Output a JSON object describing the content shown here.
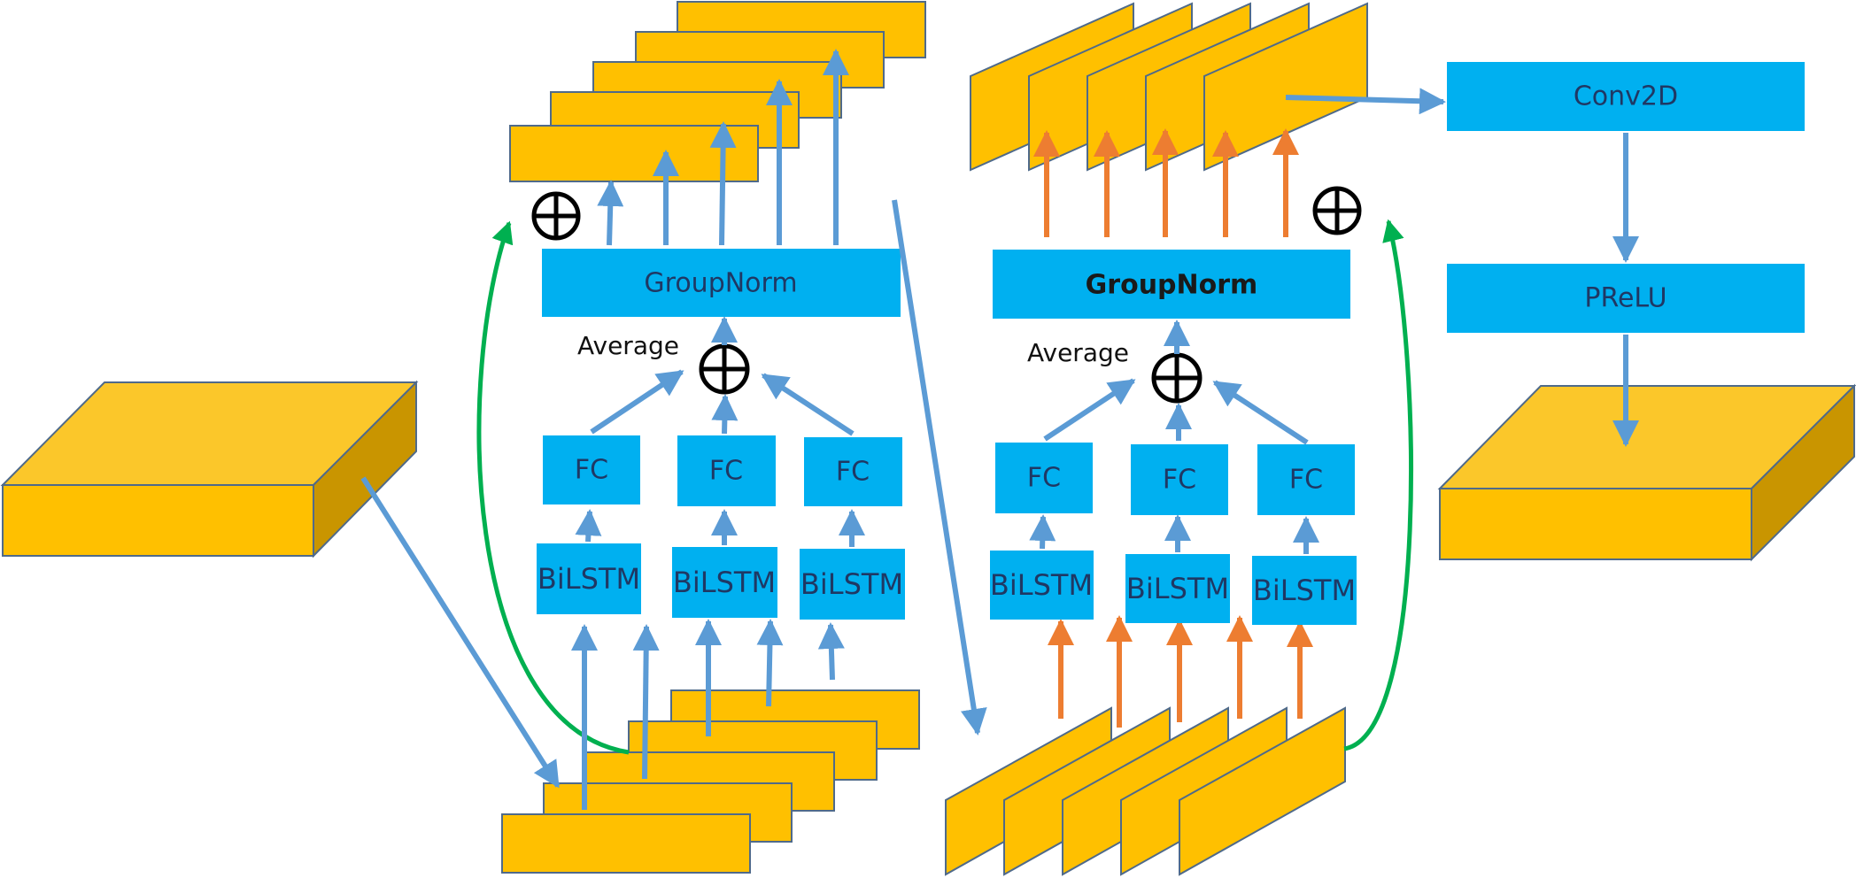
{
  "left_block": {
    "group_norm": "GroupNorm",
    "average": "Average",
    "fc": [
      "FC",
      "FC",
      "FC"
    ],
    "bilstm": [
      "BiLSTM",
      "BiLSTM",
      "BiLSTM"
    ]
  },
  "right_block": {
    "group_norm": "GroupNorm",
    "average": "Average",
    "fc": [
      "FC",
      "FC",
      "FC"
    ],
    "bilstm": [
      "BiLSTM",
      "BiLSTM",
      "BiLSTM"
    ]
  },
  "output_stage": {
    "conv2d": "Conv2D",
    "prelu": "PReLU"
  },
  "colors": {
    "block_fill": "#00b0f0",
    "tensor_fill": "#ffc000",
    "blue_arrow": "#5b9bd5",
    "orange_arrow": "#ed7d31",
    "green_arrow": "#00b050"
  }
}
